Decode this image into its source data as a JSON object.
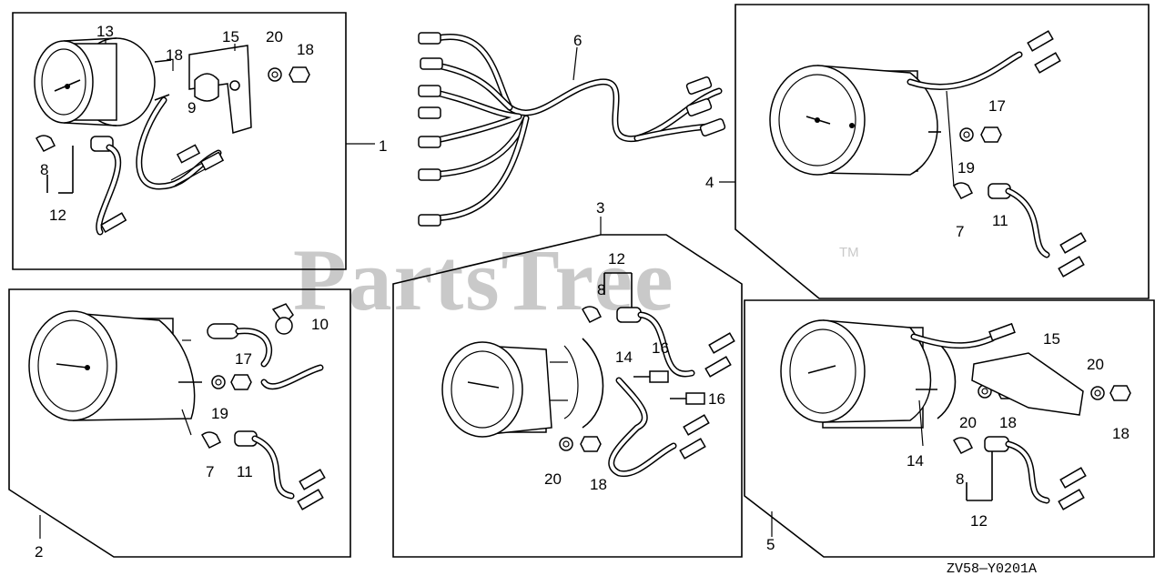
{
  "diagram": {
    "watermark": "PartsTree",
    "trademark": "TM",
    "code": "ZV58—Y0201A",
    "labels": {
      "l1": "1",
      "l2": "2",
      "l3": "3",
      "l4": "4",
      "l5": "5",
      "l6": "6",
      "p1_13": "13",
      "p1_18a": "18",
      "p1_15": "15",
      "p1_20": "20",
      "p1_18b": "18",
      "p1_9": "9",
      "p1_8": "8",
      "p1_12": "12",
      "p2_10": "10",
      "p2_17": "17",
      "p2_19": "19",
      "p2_7": "7",
      "p2_11": "11",
      "p3_12": "12",
      "p3_8": "8",
      "p3_14": "14",
      "p3_16a": "16",
      "p3_16b": "16",
      "p3_20": "20",
      "p3_18": "18",
      "p4_17": "17",
      "p4_19": "19",
      "p4_7": "7",
      "p4_11": "11",
      "p5_15": "15",
      "p5_20a": "20",
      "p5_20b": "20",
      "p5_18a": "18",
      "p5_18b": "18",
      "p5_14": "14",
      "p5_8": "8",
      "p5_12": "12"
    }
  }
}
